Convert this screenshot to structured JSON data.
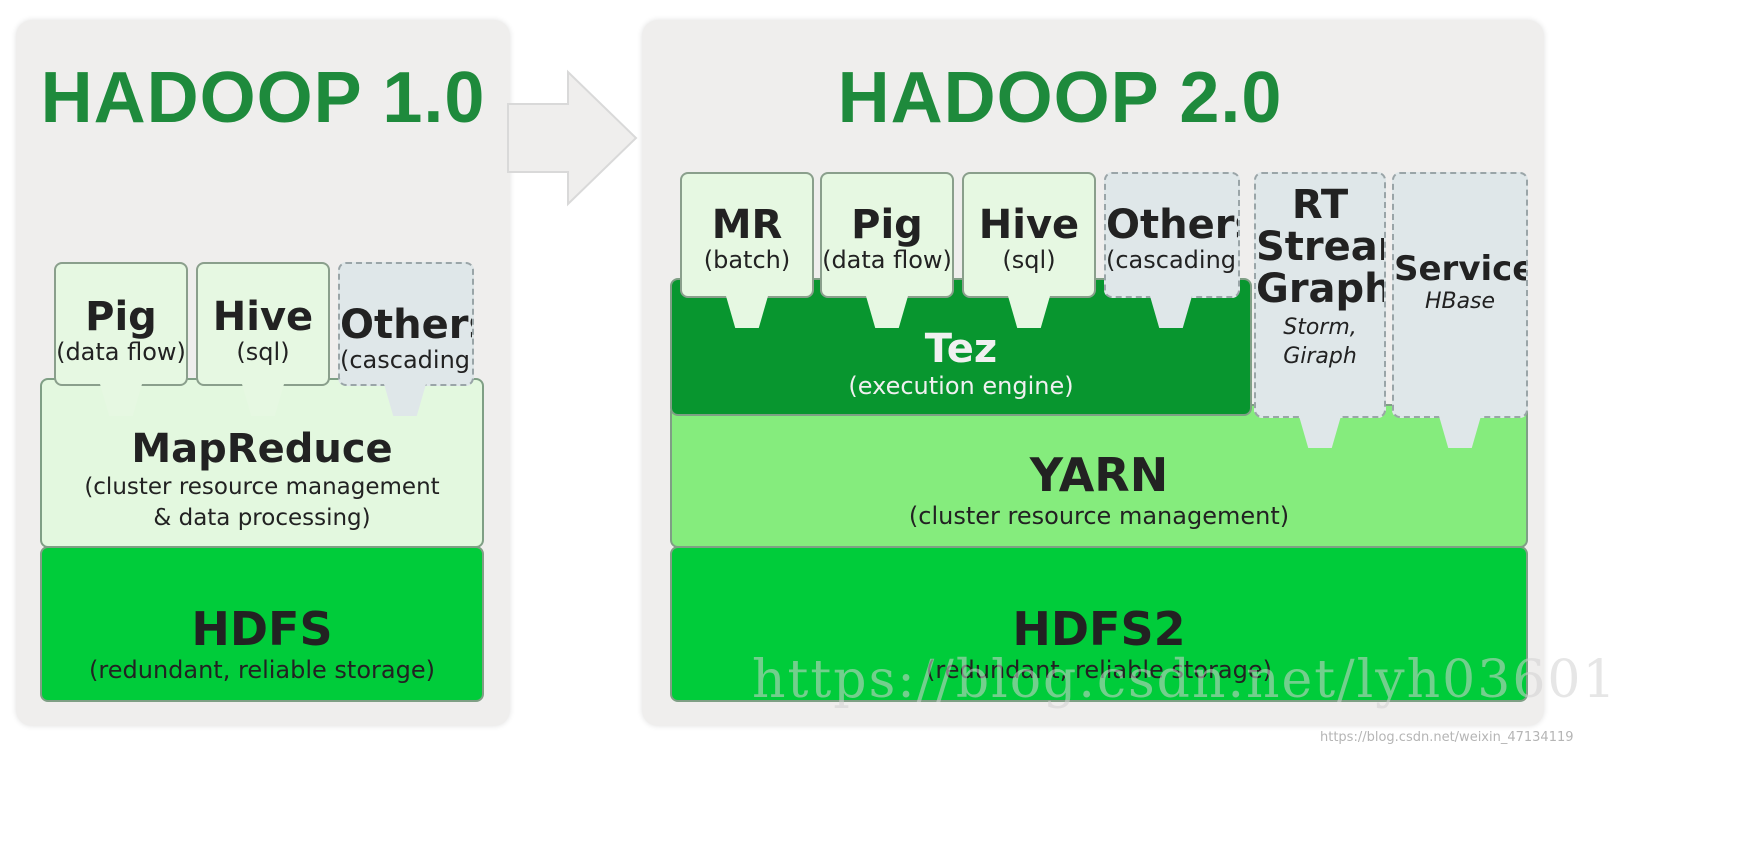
{
  "colors": {
    "title": "#1e8a3c",
    "hdfs": "#00cc3a",
    "mapreduce": "#e3f8df",
    "yarn": "#85ec7d",
    "tez": "#08962f",
    "app_box": "#e6f8e2",
    "others_box": "#dfe7e9",
    "panel": "#efeeed"
  },
  "hadoop1": {
    "title": "HADOOP 1.0",
    "apps": [
      {
        "name": "Pig",
        "desc": "(data flow)"
      },
      {
        "name": "Hive",
        "desc": "(sql)"
      },
      {
        "name": "Others",
        "desc": "(cascading)"
      }
    ],
    "mapreduce": {
      "name": "MapReduce",
      "desc_line1": "(cluster resource management",
      "desc_line2": "& data processing)"
    },
    "hdfs": {
      "name": "HDFS",
      "desc": "(redundant, reliable storage)"
    }
  },
  "hadoop2": {
    "title": "HADOOP 2.0",
    "apps": [
      {
        "name": "MR",
        "desc": "(batch)"
      },
      {
        "name": "Pig",
        "desc": "(data flow)"
      },
      {
        "name": "Hive",
        "desc": "(sql)"
      },
      {
        "name": "Others",
        "desc": "(cascading)"
      }
    ],
    "rt": {
      "name_line1": "RT",
      "name_line2": "Stream,",
      "name_line3": "Graph",
      "sub_line1": "Storm,",
      "sub_line2": "Giraph"
    },
    "services": {
      "name": "Services",
      "sub": "HBase"
    },
    "tez": {
      "name": "Tez",
      "desc": "(execution engine)"
    },
    "yarn": {
      "name": "YARN",
      "desc": "(cluster resource management)"
    },
    "hdfs2": {
      "name": "HDFS2",
      "desc": "(redundant, reliable storage)"
    }
  },
  "watermark": "https://blog.csdn.net/lyh03601",
  "source": "https://blog.csdn.net/weixin_47134119"
}
